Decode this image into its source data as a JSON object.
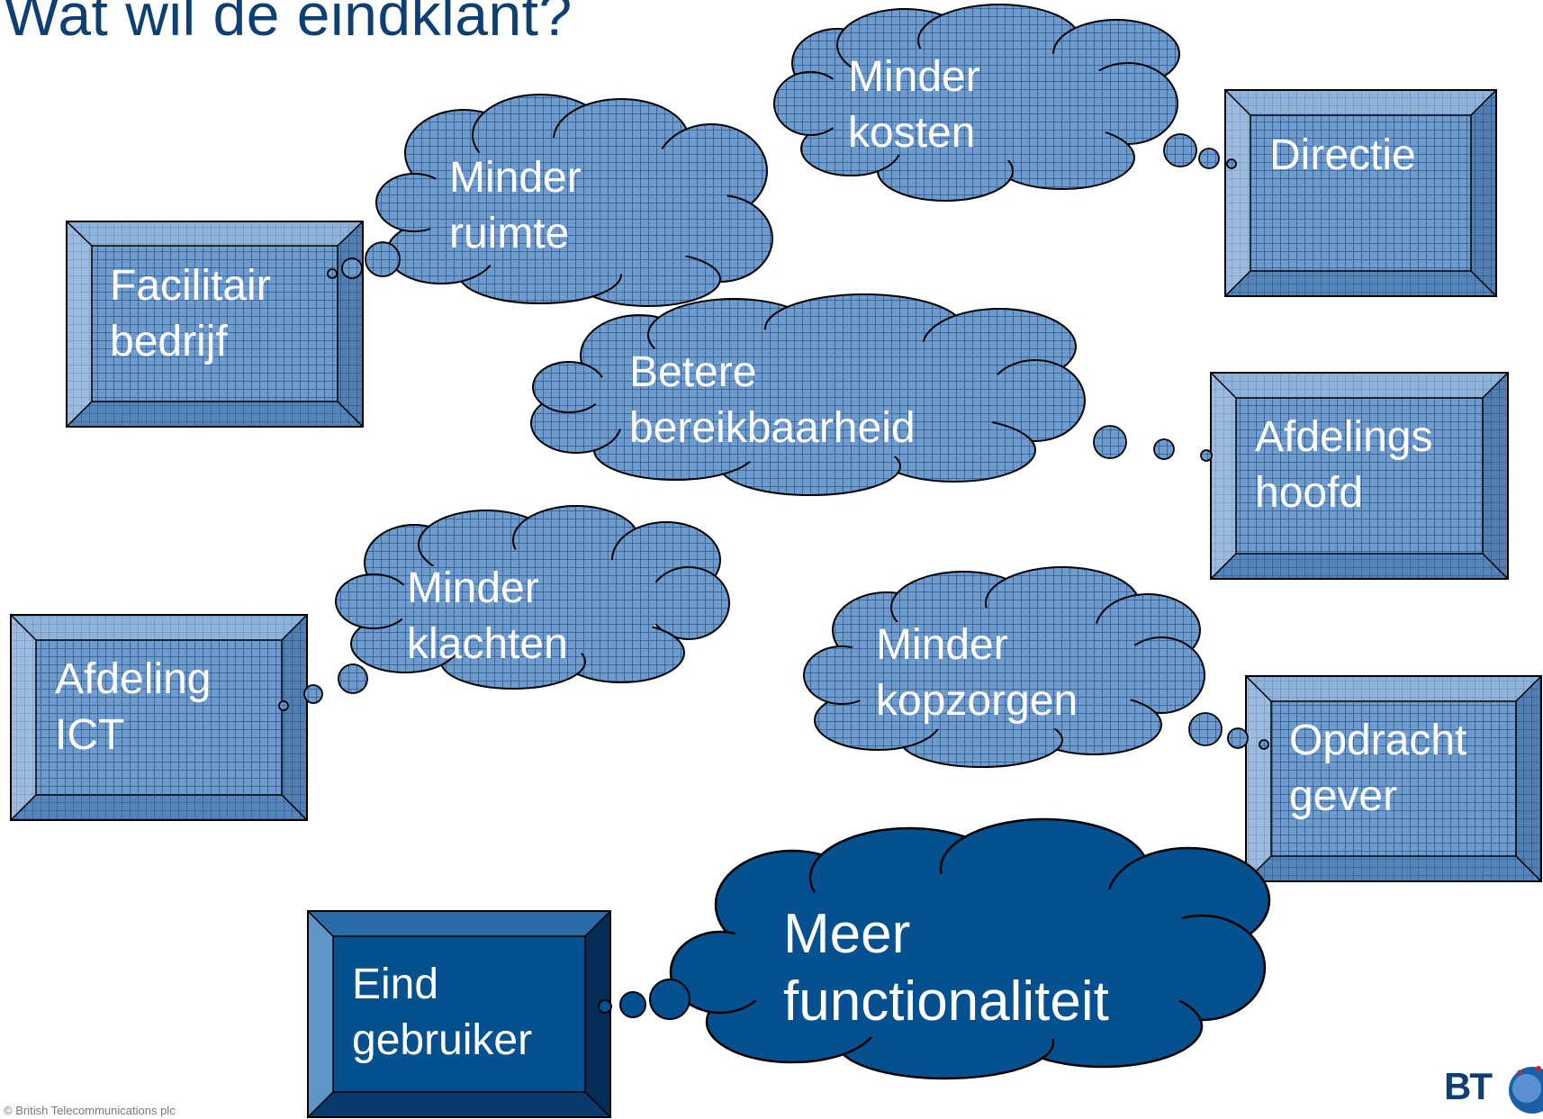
{
  "title": "Wat wil de eindklant?",
  "stakeholders": [
    {
      "id": "facilitair",
      "lines": [
        "Facilitair",
        "bedrijf"
      ]
    },
    {
      "id": "directie",
      "lines": [
        "Directie"
      ]
    },
    {
      "id": "afdelingshoofd",
      "lines": [
        "Afdelings",
        "hoofd"
      ]
    },
    {
      "id": "ict",
      "lines": [
        "Afdeling",
        "ICT"
      ]
    },
    {
      "id": "opdrachtgever",
      "lines": [
        "Opdracht",
        "gever"
      ]
    },
    {
      "id": "eindgebruiker",
      "lines": [
        "Eind",
        "gebruiker"
      ]
    }
  ],
  "wishes": [
    {
      "id": "ruimte",
      "lines": [
        "Minder",
        "ruimte"
      ]
    },
    {
      "id": "kosten",
      "lines": [
        "Minder",
        "kosten"
      ]
    },
    {
      "id": "bereikbaarheid",
      "lines": [
        "Betere",
        "bereikbaarheid"
      ]
    },
    {
      "id": "klachten",
      "lines": [
        "Minder",
        "klachten"
      ]
    },
    {
      "id": "kopzorgen",
      "lines": [
        "Minder",
        "kopzorgen"
      ]
    },
    {
      "id": "functionaliteit",
      "lines": [
        "Meer",
        "functionaliteit"
      ]
    }
  ],
  "footer": {
    "copyright": "© British Telecommunications plc"
  },
  "logo": {
    "text": "BT"
  },
  "colors": {
    "title": "#0d3f73",
    "light_fill": "#6d9acb",
    "dark_fill": "#064e8e",
    "outline": "#000000",
    "text": "#ffffff"
  }
}
